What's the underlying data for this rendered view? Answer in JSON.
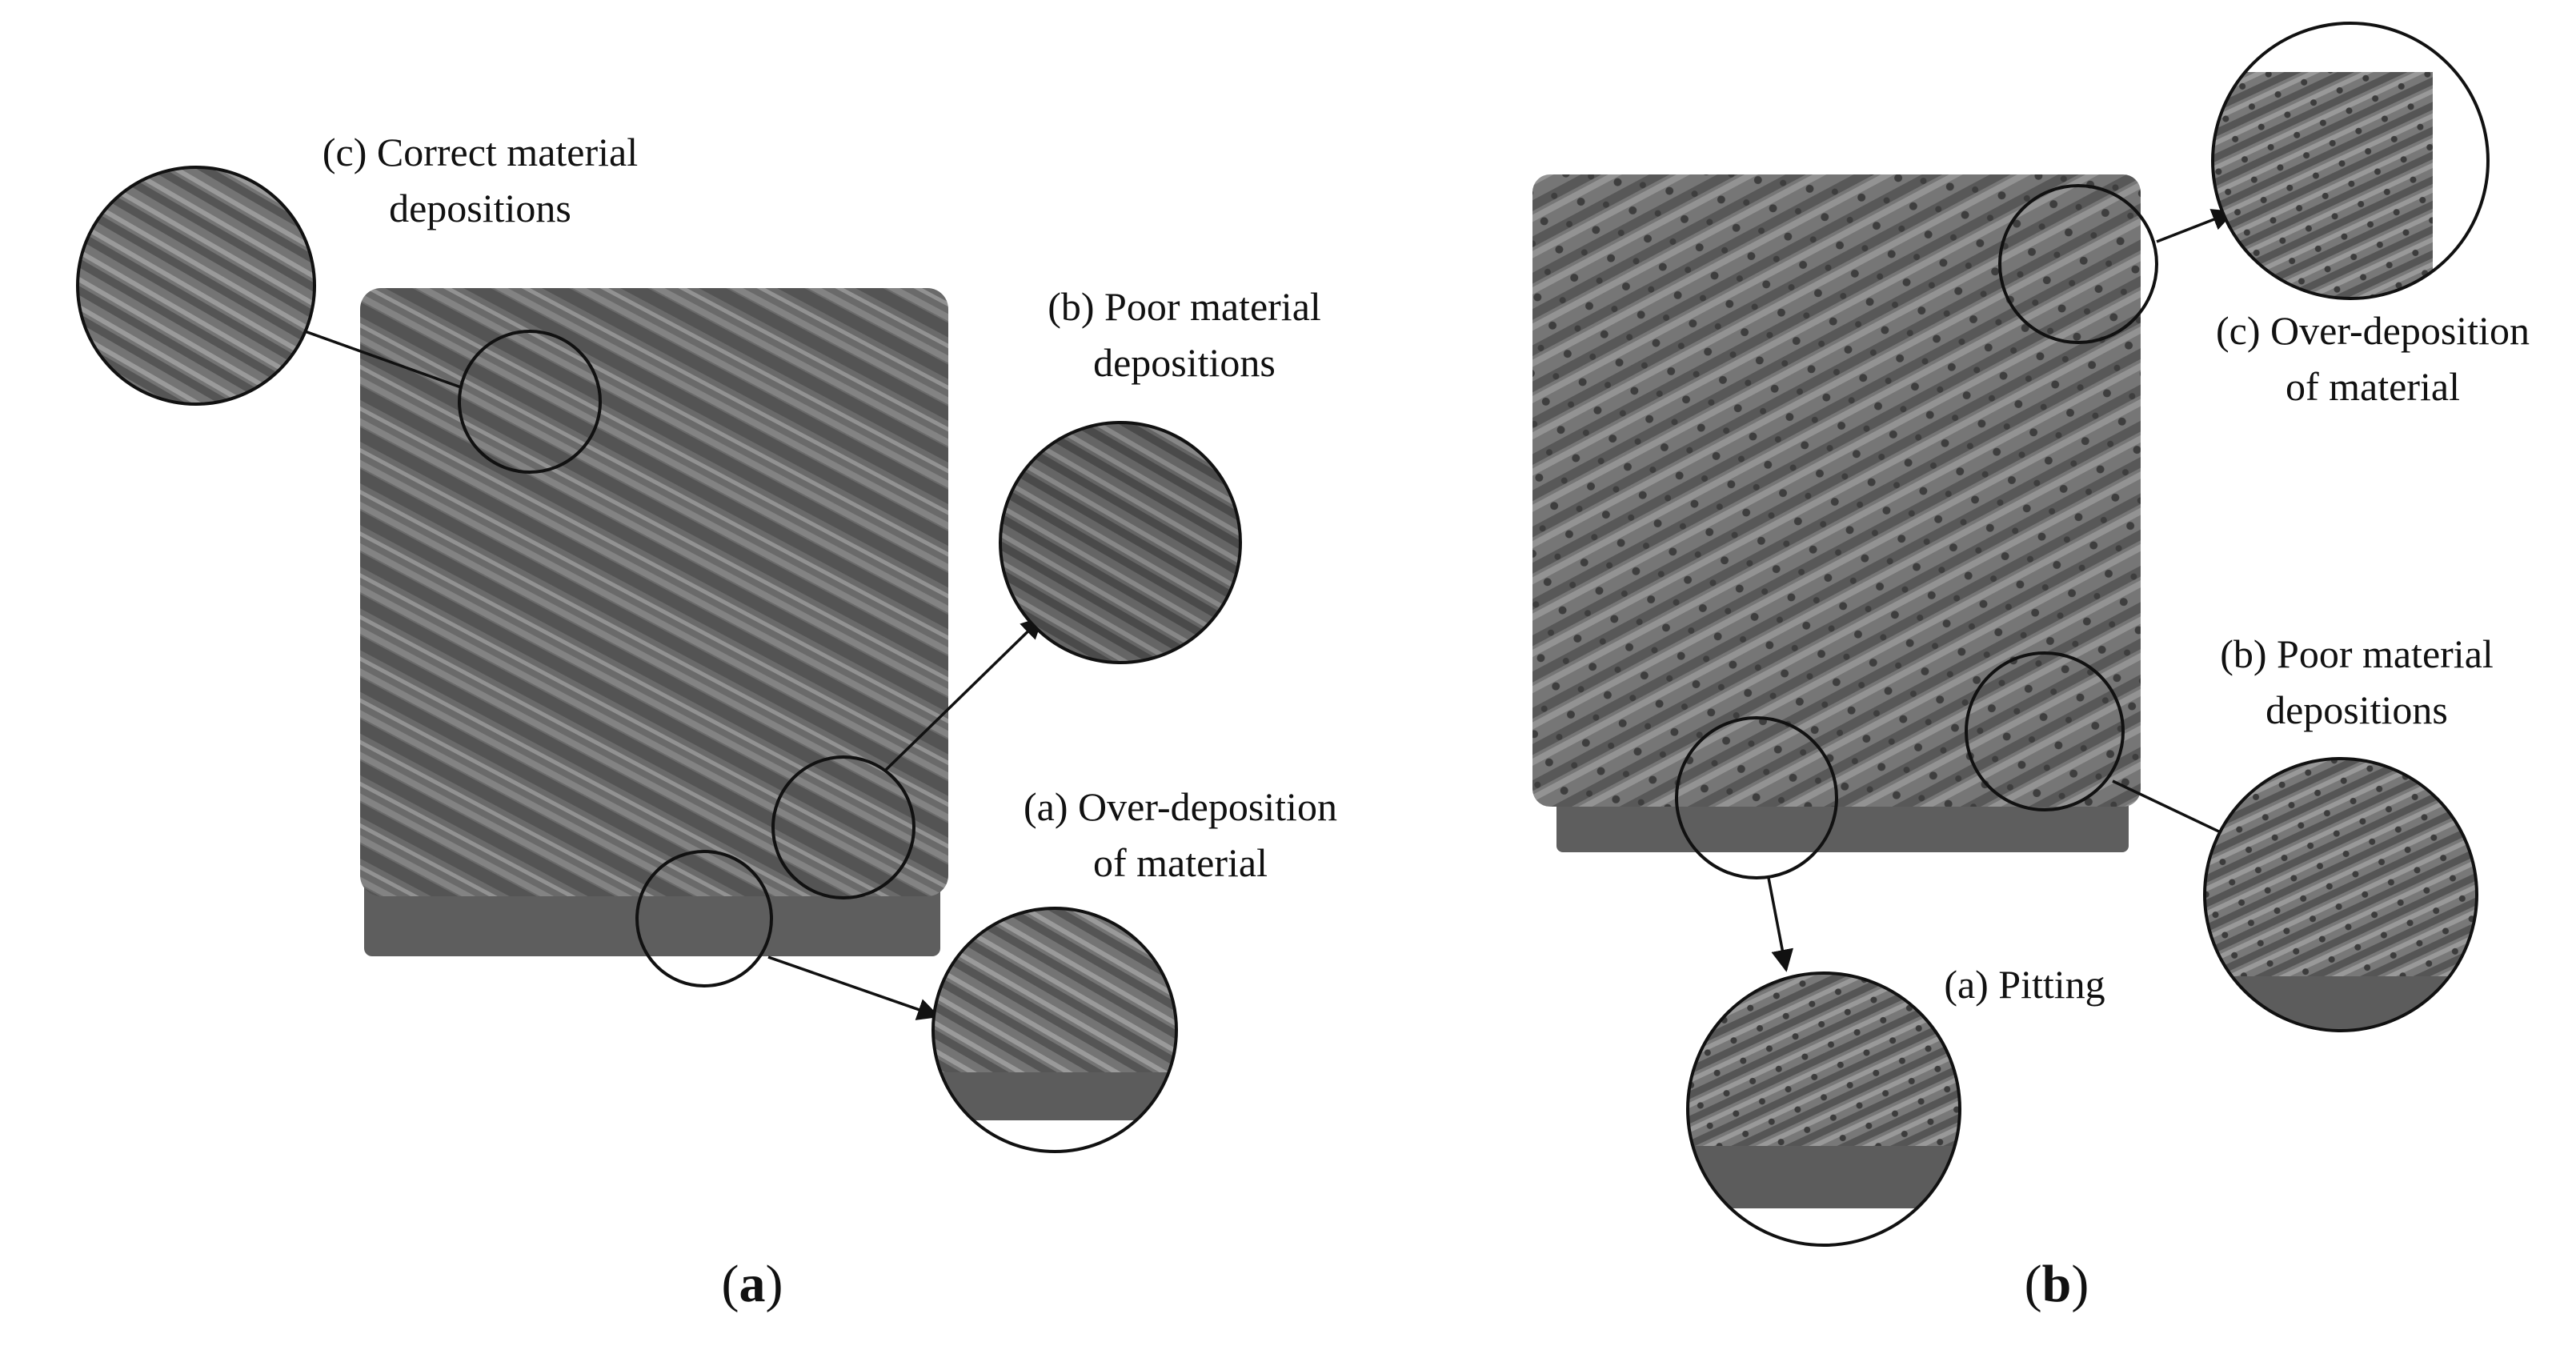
{
  "panel_a": {
    "caption_letter": "a",
    "callouts": {
      "c": [
        "(c) Correct material",
        "depositions"
      ],
      "b": [
        "(b) Poor material",
        "depositions"
      ],
      "a": [
        "(a) Over-deposition",
        "of material"
      ]
    }
  },
  "panel_b": {
    "caption_letter": "b",
    "callouts": {
      "c": [
        "(c) Over-deposition",
        "of material"
      ],
      "b": [
        "(b) Poor material",
        "depositions"
      ],
      "a": [
        "(a) Pitting"
      ]
    }
  },
  "colors": {
    "specimen": "#6f6f6f",
    "specimen_dark": "#4a4a4a",
    "specimen_light": "#9a9a9a",
    "base": "#5c5c5c",
    "annotation": "#111111"
  }
}
